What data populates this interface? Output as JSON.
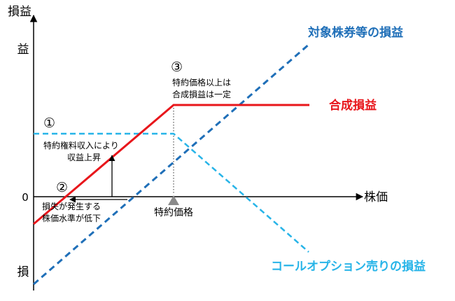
{
  "axes": {
    "y_title": "損益",
    "y_top": "益",
    "y_bottom": "損",
    "zero": "0",
    "x_title": "株価"
  },
  "series": {
    "underlying": {
      "name": "対象株券等の損益",
      "color": "#1f6fb8"
    },
    "composite": {
      "name": "合成損益",
      "color": "#e8161b"
    },
    "short_call": {
      "name": "コールオプション売りの損益",
      "color": "#27b4e8"
    }
  },
  "strike": {
    "label": "特約価格",
    "color": "#8a8a8a"
  },
  "annotations": {
    "a1": {
      "marker": "①",
      "line1": "特約権料収入により",
      "line2": "収益上昇"
    },
    "a2": {
      "marker": "②",
      "line1": "損失が発生する",
      "line2": "株価水準が低下"
    },
    "a3": {
      "marker": "③",
      "line1": "特約価格以上は",
      "line2": "合成損益は一定"
    }
  }
}
